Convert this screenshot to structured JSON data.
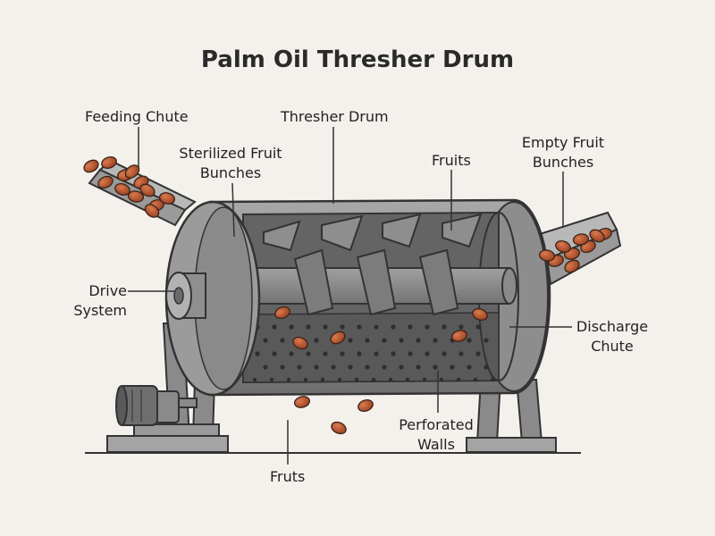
{
  "title": "Palm Oil Thresher Drum",
  "labels": {
    "feeding_chute": "Feeding Chute",
    "sterilized_line1": "Sterilized Fruit",
    "sterilized_line2": "Bunches",
    "thresher_drum": "Thresher Drum",
    "fruits_top": "Fruits",
    "empty_line1": "Empty Fruit",
    "empty_line2": "Bunches",
    "drive_line1": "Drive",
    "drive_line2": "System",
    "discharge_line1": "Discharge",
    "discharge_line2": "Chute",
    "perforated_line1": "Perforated",
    "perforated_line2": "Walls",
    "fruts_bottom": "Fruts"
  },
  "colors": {
    "background": "#f4f1ec",
    "metal_dark": "#7a7a7a",
    "metal_mid": "#9c9c9c",
    "metal_light": "#bdbdbd",
    "interior": "#5f5f5f",
    "outline": "#333333",
    "fruit": "#b5532f",
    "fruit_shine": "#d97a4f"
  }
}
